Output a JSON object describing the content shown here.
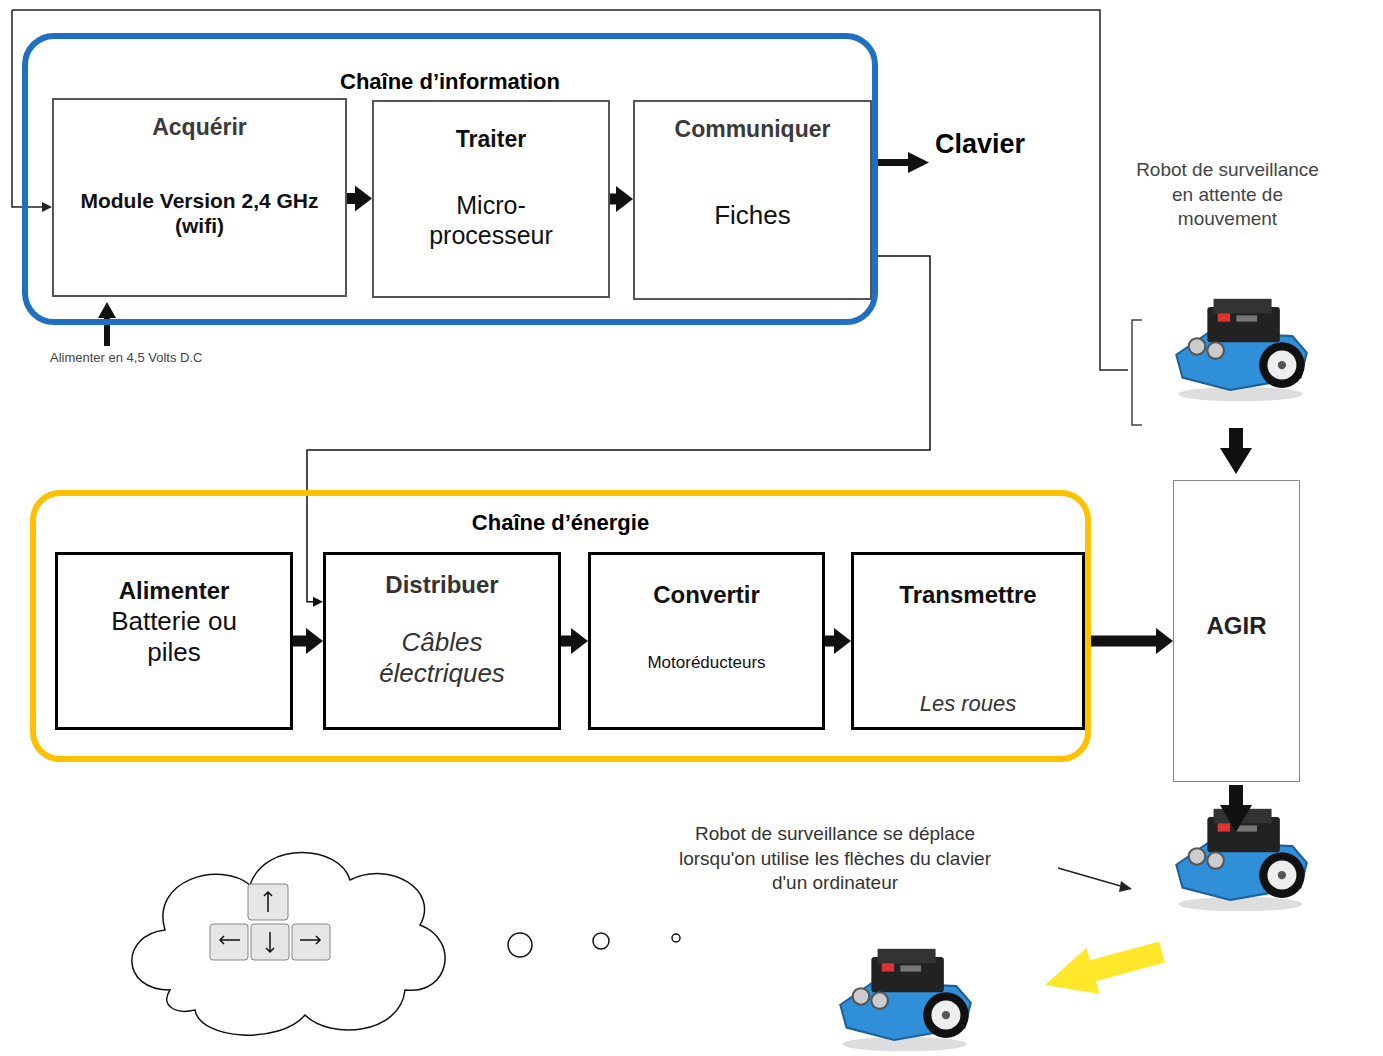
{
  "diagram": {
    "nodes": [
      {
        "text": [
          "Chaîne d’information"
        ]
      },
      {
        "text": [
          "Acquérir",
          "Module Version 2,4 GHz (wifi)"
        ],
        "in": 0
      },
      {
        "text": [
          "Traiter",
          "Micro- processeur"
        ],
        "in": 0
      },
      {
        "text": [
          "Communiquer",
          "Fiches"
        ],
        "in": 0
      },
      {
        "text": [
          "Chaîne d’énergie"
        ]
      },
      {
        "text": [
          "Alimenter",
          "Batterie ou piles"
        ],
        "in": 4
      },
      {
        "text": [
          "Distribuer",
          "Câbles électriques"
        ],
        "in": 4
      },
      {
        "text": [
          "Convertir",
          "Motoréducteurs"
        ],
        "in": 4
      },
      {
        "text": [
          "Transmettre",
          "Les roues"
        ],
        "in": 4
      },
      {
        "text": [
          "AGIR"
        ]
      }
    ],
    "edges": [
      {
        "from": 1,
        "to": 2,
        "arrow": "to"
      },
      {
        "from": 2,
        "to": 3,
        "arrow": "to"
      },
      {
        "from": 3,
        "to": 6,
        "arrow": "to"
      },
      {
        "from": 5,
        "to": 6,
        "arrow": "to"
      },
      {
        "from": 6,
        "to": 7,
        "arrow": "to"
      },
      {
        "from": 7,
        "to": 8,
        "arrow": "to"
      },
      {
        "from": 8,
        "to": 9,
        "arrow": "to"
      }
    ],
    "labels": [
      "Clavier",
      "Robot de surveillance en attente de mouvement",
      "Alimenter en 4,5 Volts D.C",
      "Robot de surveillance se déplace lorsqu'on utilise les flèches du clavier d'un ordinateur"
    ]
  }
}
